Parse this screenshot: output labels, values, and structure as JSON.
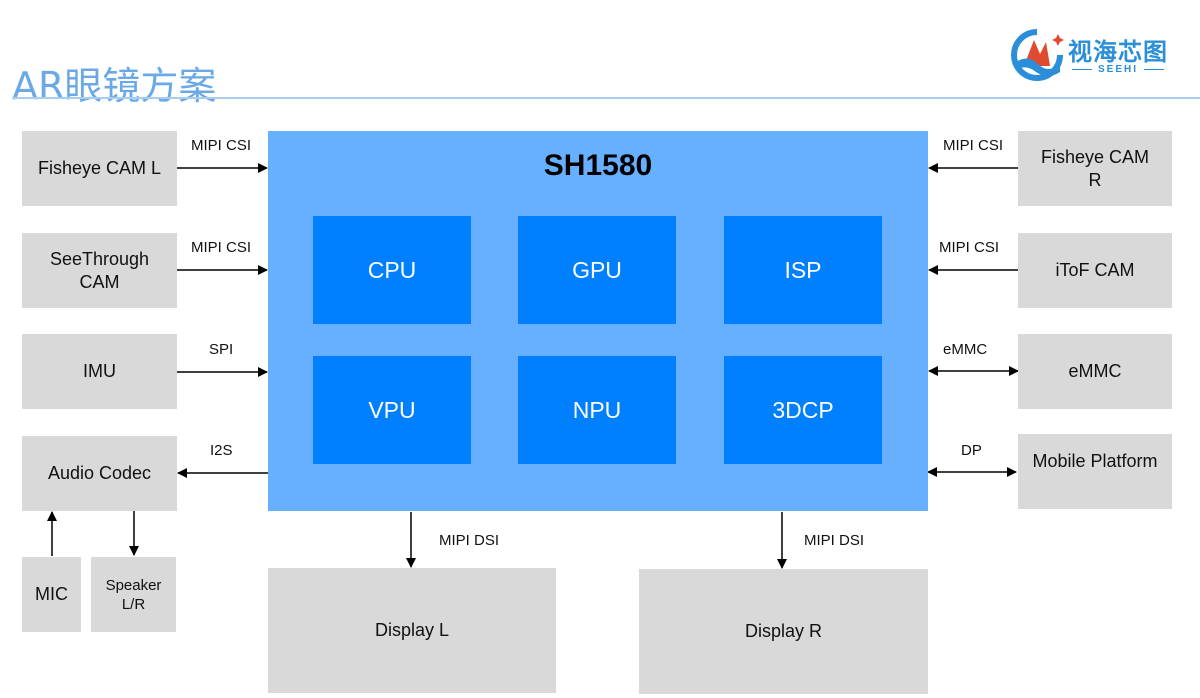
{
  "page": {
    "title": "AR眼镜方案",
    "logo": {
      "name": "视海芯图",
      "sub": "SEEHI",
      "icon": "sail-wave-logo-icon"
    }
  },
  "soc": {
    "name": "SH1580",
    "cores": [
      "CPU",
      "GPU",
      "ISP",
      "VPU",
      "NPU",
      "3DCP"
    ]
  },
  "left_blocks": [
    {
      "label": "Fisheye CAM L",
      "link": "MIPI CSI",
      "direction": "to-soc"
    },
    {
      "label": "SeeThrough CAM",
      "link": "MIPI CSI",
      "direction": "to-soc"
    },
    {
      "label": "IMU",
      "link": "SPI",
      "direction": "to-soc"
    },
    {
      "label": "Audio Codec",
      "link": "I2S",
      "direction": "from-soc"
    }
  ],
  "audio_peripherals": [
    {
      "label": "MIC",
      "direction": "to-codec"
    },
    {
      "label": "Speaker L/R",
      "direction": "from-codec"
    }
  ],
  "right_blocks": [
    {
      "label": "Fisheye CAM R",
      "link": "MIPI CSI",
      "direction": "to-soc"
    },
    {
      "label": "iToF CAM",
      "link": "MIPI CSI",
      "direction": "to-soc"
    },
    {
      "label": "eMMC",
      "link": "eMMC",
      "direction": "bidirectional"
    },
    {
      "label": "Mobile Platform",
      "link": "DP",
      "direction": "bidirectional"
    }
  ],
  "bottom_blocks": [
    {
      "label": "Display L",
      "link": "MIPI DSI",
      "direction": "from-soc"
    },
    {
      "label": "Display R",
      "link": "MIPI DSI",
      "direction": "from-soc"
    }
  ],
  "colors": {
    "title": "#6aa8e6",
    "soc_bg": "#66b0ff",
    "core_bg": "#0080ff",
    "block_bg": "#d9d9d9"
  }
}
